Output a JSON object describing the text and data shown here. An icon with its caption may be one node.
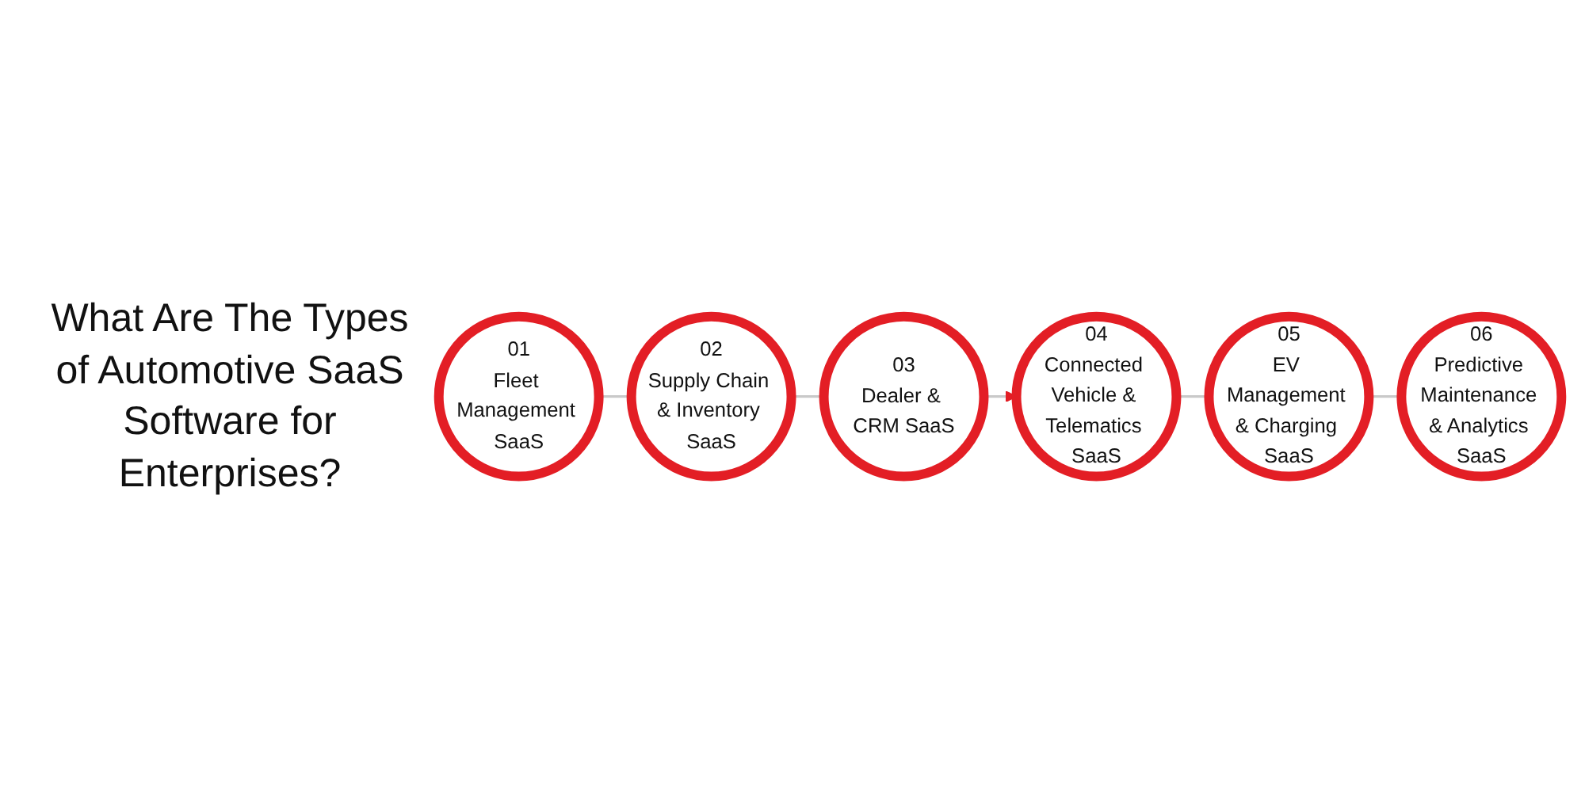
{
  "diagram": {
    "title": "What Are The Types of Automotive SaaS Software for Enterprises?",
    "nodes": [
      {
        "text": [
          "01",
          "Fleet Management SaaS"
        ]
      },
      {
        "text": [
          "02",
          "Supply Chain & Inventory SaaS"
        ]
      },
      {
        "text": [
          "03",
          "Dealer & CRM SaaS"
        ]
      },
      {
        "text": [
          "04",
          "Connected Vehicle & Telematics SaaS"
        ]
      },
      {
        "text": [
          "05",
          "EV Management & Charging SaaS"
        ]
      },
      {
        "text": [
          "06",
          "Predictive Maintenance & Analytics SaaS"
        ]
      }
    ],
    "edges": [
      {
        "from": 0,
        "to": 1,
        "arrow": "none"
      },
      {
        "from": 1,
        "to": 2,
        "arrow": "none"
      },
      {
        "from": 2,
        "to": 3,
        "arrow": "to"
      },
      {
        "from": 3,
        "to": 4,
        "arrow": "none"
      },
      {
        "from": 4,
        "to": 5,
        "arrow": "none"
      }
    ]
  }
}
